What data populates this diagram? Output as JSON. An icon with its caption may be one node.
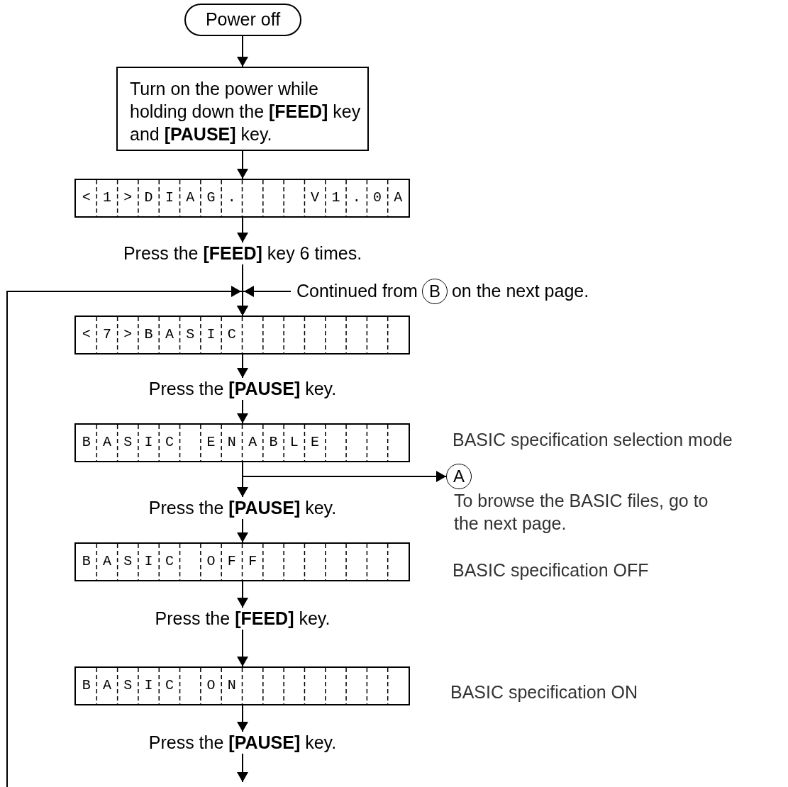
{
  "diagram": {
    "nodes": [
      {
        "text": [
          "Power off"
        ]
      },
      {
        "text": [
          "Turn on the power while holding down the **[FEED]** key and **[PAUSE]** key."
        ]
      },
      {
        "text": [
          "<1>DIAG.   V1.0A"
        ]
      },
      {
        "text": [
          "Press the **[FEED]** key 6 times."
        ]
      },
      {
        "text": [
          "<7>BASIC"
        ]
      },
      {
        "text": [
          "Press the **[PAUSE]** key."
        ]
      },
      {
        "text": [
          "BASIC ENABLE"
        ]
      },
      {
        "text": [
          "Press the **[PAUSE]** key."
        ]
      },
      {
        "text": [
          "BASIC OFF"
        ],
        "beside": [
          "BASIC specification OFF"
        ]
      },
      {
        "text": [
          "Press the **[FEED]** key."
        ]
      },
      {
        "text": [
          "BASIC ON"
        ],
        "beside": [
          "BASIC specification ON"
        ]
      },
      {
        "text": [
          "Press the **[PAUSE]** key."
        ]
      },
      {
        "text": [
          "A"
        ],
        "beside": [
          "To browse the BASIC files, go to the next page."
        ]
      },
      {
        "text": [
          "Continued from",
          "B",
          "on the next page."
        ]
      }
    ],
    "edges": [
      {
        "from": 0,
        "to": 1,
        "arrow": "to"
      },
      {
        "from": 1,
        "to": 2,
        "arrow": "to"
      },
      {
        "from": 2,
        "to": 3,
        "arrow": "to"
      },
      {
        "from": 3,
        "to": 4,
        "arrow": "to"
      },
      {
        "from": null,
        "to": 4,
        "arrow": "to"
      },
      {
        "from": 13,
        "to": 4,
        "arrow": "to"
      },
      {
        "from": 4,
        "to": 5,
        "arrow": "to"
      },
      {
        "from": 5,
        "to": 6,
        "arrow": "to"
      },
      {
        "from": 6,
        "to": 7,
        "arrow": "to"
      },
      {
        "from": 6,
        "to": 12,
        "arrow": "to"
      },
      {
        "from": 7,
        "to": 8,
        "arrow": "to"
      },
      {
        "from": 8,
        "to": 9,
        "arrow": "to"
      },
      {
        "from": 9,
        "to": 10,
        "arrow": "to"
      },
      {
        "from": 10,
        "to": 11,
        "arrow": "to"
      },
      {
        "from": 11,
        "to": null,
        "arrow": "to"
      }
    ],
    "labels": [
      "BASIC specification selection mode"
    ]
  }
}
